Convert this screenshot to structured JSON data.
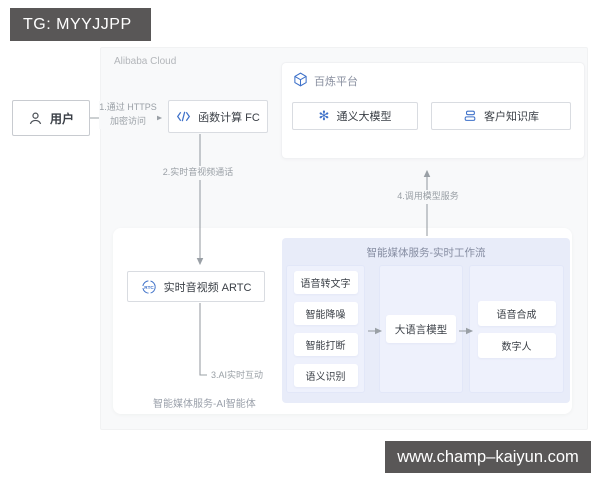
{
  "badges": {
    "tg": "TG: MYYJJPP",
    "site": "www.champ–kaiyun.com"
  },
  "cloud": {
    "label": "Alibaba Cloud"
  },
  "nodes": {
    "user": "用户",
    "fc": "函数计算 FC",
    "artc": "实时音视频 ARTC",
    "artc_icon_text": "RTC"
  },
  "bailian": {
    "title": "百炼平台",
    "model": "通义大模型",
    "model_icon_glyph": "✻",
    "kb": "客户知识库"
  },
  "agent": {
    "label": "智能媒体服务-AI智能体"
  },
  "workflow": {
    "title": "智能媒体服务-实时工作流",
    "stage1": [
      "语音转文字",
      "智能降噪",
      "智能打断",
      "语义识别"
    ],
    "llm": "大语言模型",
    "stage3": [
      "语音合成",
      "数字人"
    ]
  },
  "edges": {
    "e1_line1": "1.通过 HTTPS",
    "e1_line2": "加密访问",
    "e2": "2.实时音视频通话",
    "e3": "3.AI实时互动",
    "e4": "4.调用模型服务"
  },
  "colors": {
    "accent_blue": "#3e71c9",
    "badge_bg": "#595757",
    "arrow_gray": "#9aa0a6",
    "workflow_bg": "#e8ecf9",
    "cloud_bg": "#f8f9fa"
  }
}
